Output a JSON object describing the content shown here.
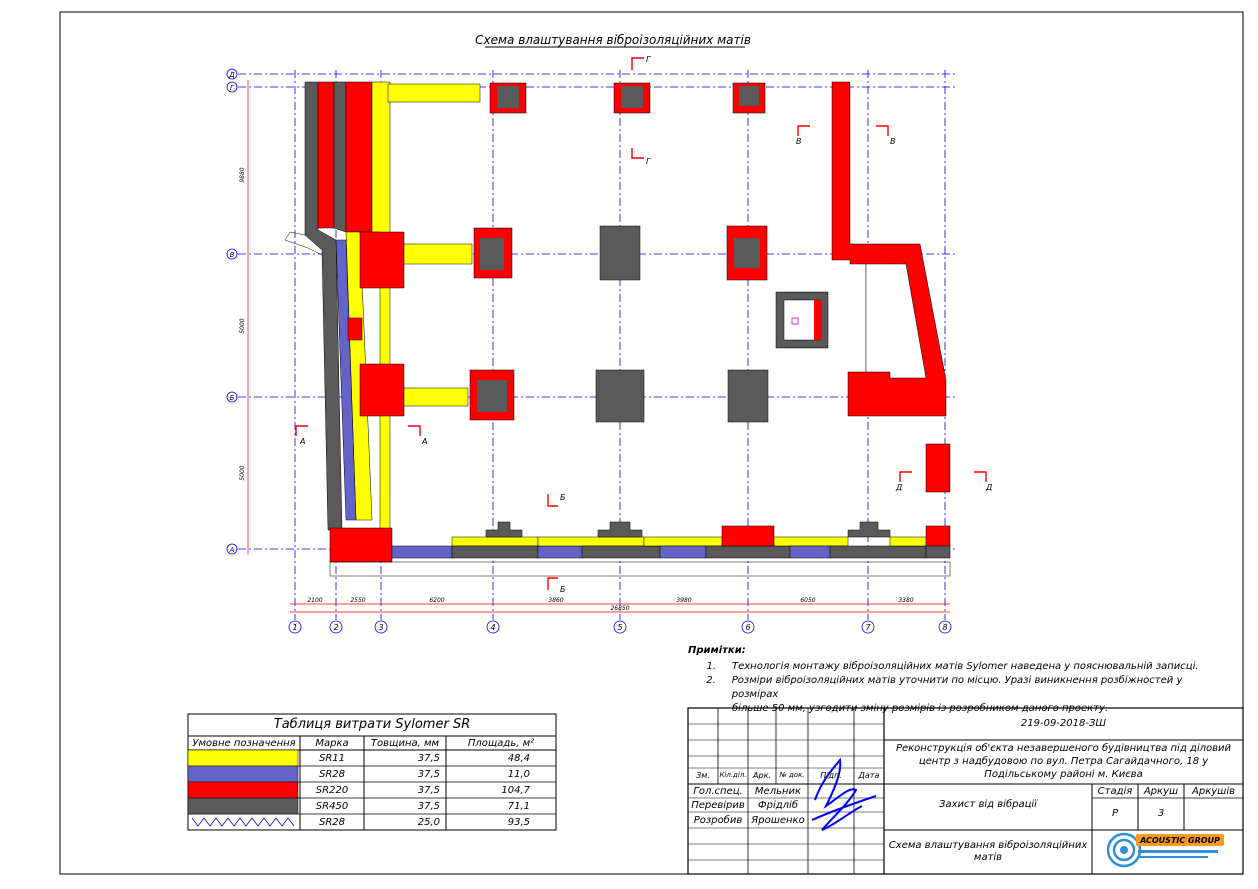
{
  "drawing_title": "Схема влаштування віброізоляційних матів",
  "axes": {
    "rows": [
      "Д",
      "Г",
      "В",
      "Б",
      "А"
    ],
    "cols": [
      "1",
      "2",
      "3",
      "4",
      "5",
      "6",
      "7",
      "8"
    ],
    "bottom_dims": [
      "2100",
      "2550",
      "6200",
      "3860",
      "3980",
      "6050",
      "3380"
    ],
    "total_dim": "26850",
    "left_dims": [
      "9880",
      "5000",
      "5000"
    ]
  },
  "sections": [
    "А",
    "Б",
    "В",
    "Г",
    "Д"
  ],
  "notes": {
    "heading": "Примітки:",
    "items": [
      {
        "num": "1.",
        "lines": [
          "Технологія монтажу віброізоляційних матів Sylomer наведена у пояснювальній записці."
        ]
      },
      {
        "num": "2.",
        "lines": [
          "Розміри віброізоляційних матів уточнити по місцю. Уразі виникнення розбіжностей у розмірах",
          "більше 50 мм, узгодити зміну розмірів із розробником даного проекту."
        ]
      }
    ]
  },
  "legend_table": {
    "title": "Таблиця витрати Sylomer SR",
    "headers": [
      "Умовне позначення",
      "Марка",
      "Товщина, мм",
      "Площадь, м²"
    ],
    "rows": [
      {
        "swatch": "#ffff00",
        "marka": "SR11",
        "thickness": "37,5",
        "area": "48,4"
      },
      {
        "swatch": "#6464c8",
        "marka": "SR28",
        "thickness": "37,5",
        "area": "11,0"
      },
      {
        "swatch": "#ff0000",
        "marka": "SR220",
        "thickness": "37,5",
        "area": "104,7"
      },
      {
        "swatch": "#5a5a5a",
        "marka": "SR450",
        "thickness": "37,5",
        "area": "71,1"
      },
      {
        "swatch": "zigzag",
        "marka": "SR28",
        "thickness": "25,0",
        "area": "93,5"
      }
    ]
  },
  "title_block": {
    "code": "219-09-2018-ЗШ",
    "project_lines": [
      "Реконструкція об'єкта незавершеного будівництва під діловий",
      "центр з надбудовою по вул. Петра Сагайдачного, 18 у",
      "Подільському районі м. Києва"
    ],
    "sheet_name": "Захист від вібрації",
    "drawing_name_lines": [
      "Схема влаштування віброізоляційних",
      "матів"
    ],
    "headers": {
      "zm": "Зм.",
      "kil": "Кіл.діл.",
      "ark": "Арк.",
      "doc": "№ док.",
      "sign": "Підп.",
      "date": "Дата"
    },
    "stage_headers": [
      "Стадія",
      "Аркуш",
      "Аркушів"
    ],
    "stage": "Р",
    "sheet_no": "3",
    "sheets": "",
    "staff": [
      {
        "role": "Гол.спец.",
        "name": "Мельник"
      },
      {
        "role": "Перевірив",
        "name": "Фрідліб"
      },
      {
        "role": "Розробив",
        "name": "Ярошенко"
      }
    ],
    "logo_text": "ACOUSTIC GROUP"
  },
  "colors": {
    "yellow": "#ffff00",
    "blue": "#6464c8",
    "red": "#ff0000",
    "gray": "#5a5a5a",
    "axis": "#0000ff"
  }
}
